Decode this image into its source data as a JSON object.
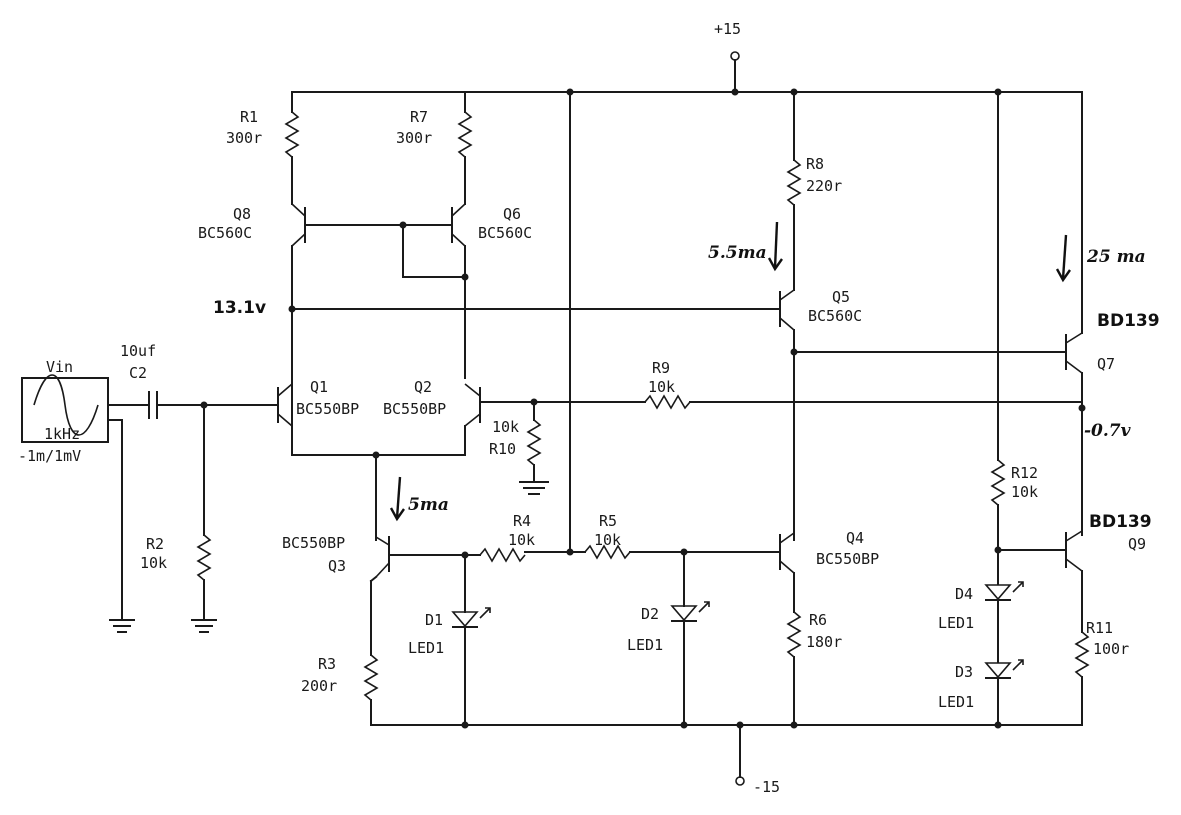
{
  "rails": {
    "positive": "+15",
    "negative": "-15"
  },
  "source": {
    "name": "Vin",
    "freq": "1kHz",
    "amplitude": "-1m/1mV"
  },
  "capacitor": {
    "value": "10uf",
    "ref": "C2"
  },
  "resistors": {
    "R1": {
      "ref": "R1",
      "value": "300r"
    },
    "R2": {
      "ref": "R2",
      "value": "10k"
    },
    "R3": {
      "ref": "R3",
      "value": "200r"
    },
    "R4": {
      "ref": "R4",
      "value": "10k"
    },
    "R5": {
      "ref": "R5",
      "value": "10k"
    },
    "R6": {
      "ref": "R6",
      "value": "180r"
    },
    "R7": {
      "ref": "R7",
      "value": "300r"
    },
    "R8": {
      "ref": "R8",
      "value": "220r"
    },
    "R9": {
      "ref": "R9",
      "value": "10k"
    },
    "R10": {
      "ref": "R10",
      "value": "10k"
    },
    "R11": {
      "ref": "R11",
      "value": "100r"
    },
    "R12": {
      "ref": "R12",
      "value": "10k"
    }
  },
  "transistors": {
    "Q1": {
      "ref": "Q1",
      "part": "BC550BP"
    },
    "Q2": {
      "ref": "Q2",
      "part": "BC550BP"
    },
    "Q3": {
      "ref": "Q3",
      "part": "BC550BP"
    },
    "Q4": {
      "ref": "Q4",
      "part": "BC550BP"
    },
    "Q5": {
      "ref": "Q5",
      "part": "BC560C"
    },
    "Q6": {
      "ref": "Q6",
      "part": "BC560C"
    },
    "Q7": {
      "ref": "Q7",
      "part": "BD139"
    },
    "Q8": {
      "ref": "Q8",
      "part": "BC560C"
    },
    "Q9": {
      "ref": "Q9",
      "part": "BD139"
    }
  },
  "leds": {
    "D1": {
      "ref": "D1",
      "part": "LED1"
    },
    "D2": {
      "ref": "D2",
      "part": "LED1"
    },
    "D3": {
      "ref": "D3",
      "part": "LED1"
    },
    "D4": {
      "ref": "D4",
      "part": "LED1"
    }
  },
  "annotations": {
    "v_node": "13.1v",
    "i_q3": "5ma",
    "i_q5": "5.5ma",
    "i_q7": "25 ma",
    "v_out": "-0.7v"
  }
}
